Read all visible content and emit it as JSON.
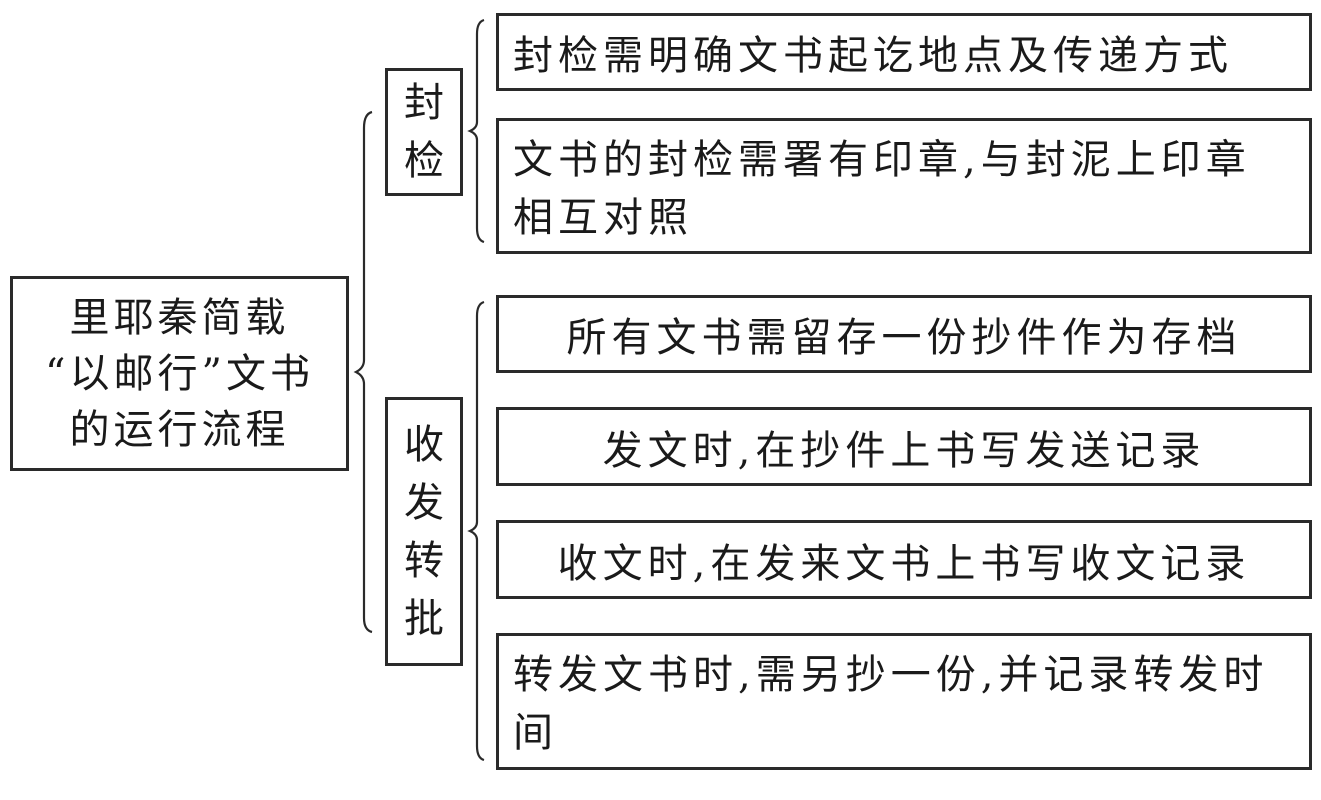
{
  "root": {
    "lines": [
      "里耶秦简载",
      "“以邮行”文书",
      "的运行流程"
    ]
  },
  "categories": [
    {
      "chars": [
        "封",
        "检"
      ],
      "items": [
        "封检需明确文书起讫地点及传递方式",
        "文书的封检需署有印章,与封泥上印章相互对照"
      ]
    },
    {
      "chars": [
        "收",
        "发",
        "转",
        "批"
      ],
      "items": [
        "所有文书需留存一份抄件作为存档",
        "发文时,在抄件上书写发送记录",
        "收文时,在发来文书上书写收文记录",
        "转发文书时,需另抄一份,并记录转发时间"
      ]
    }
  ]
}
